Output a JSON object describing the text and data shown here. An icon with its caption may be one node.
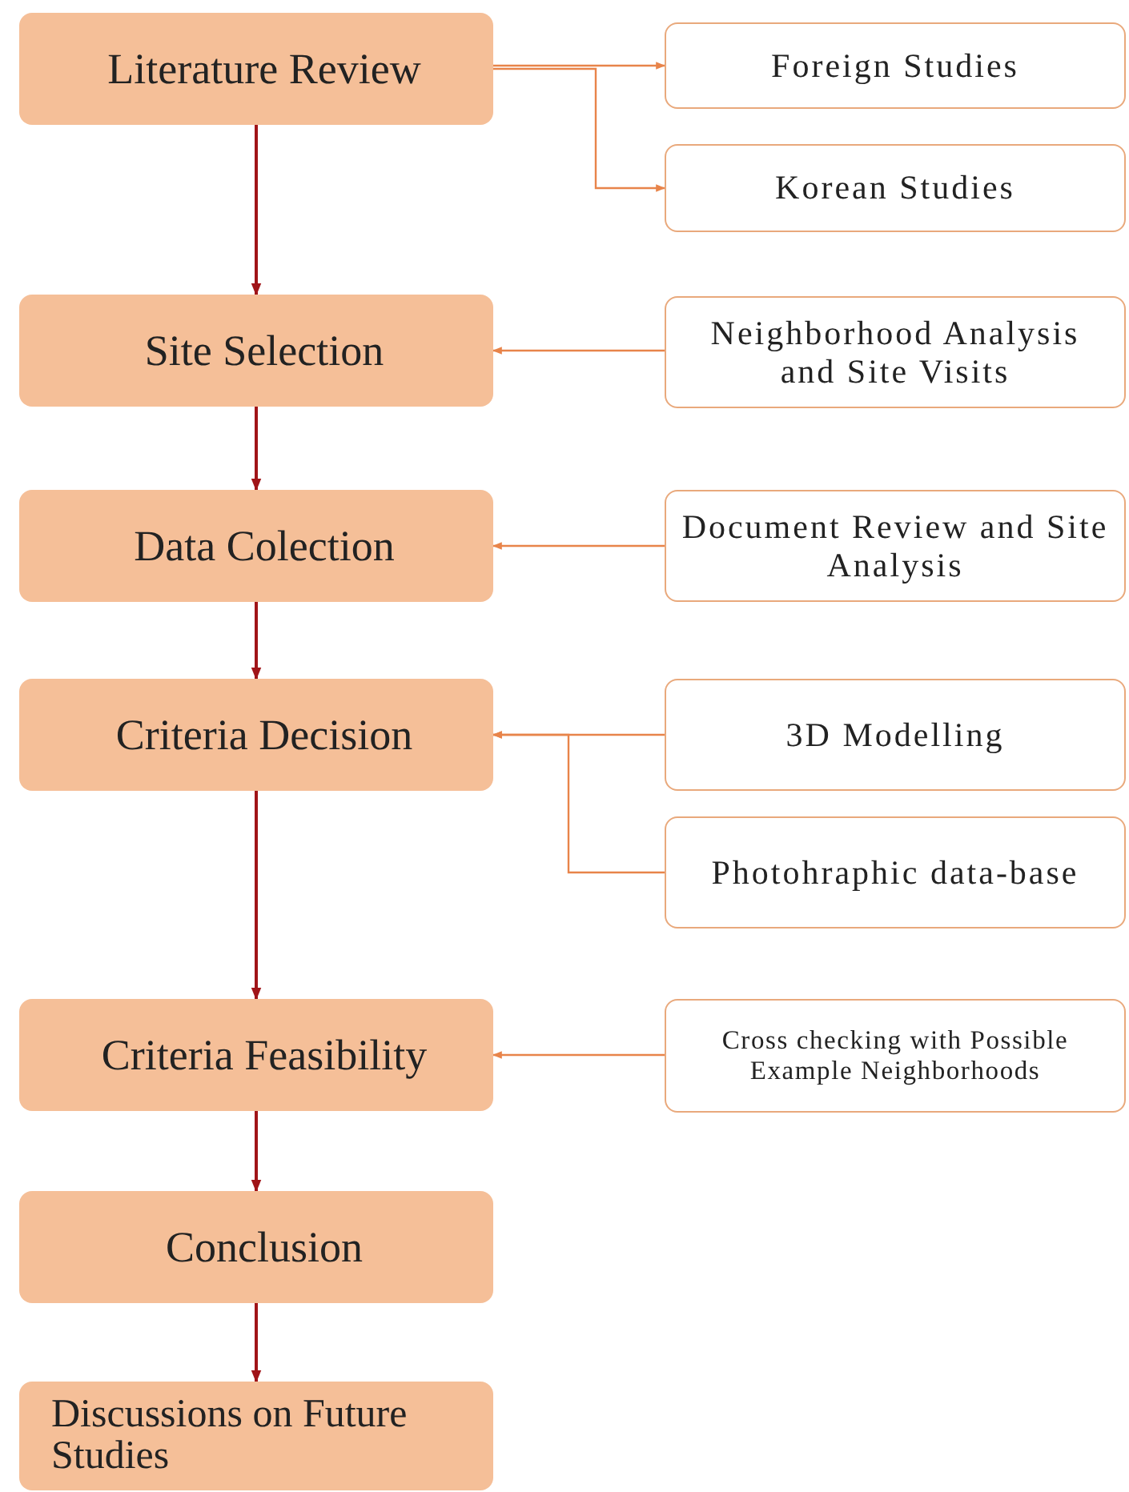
{
  "diagram": {
    "nodes": [
      {
        "text": [
          "Literature Review"
        ]
      },
      {
        "text": [
          "Site Selection"
        ]
      },
      {
        "text": [
          "Data Colection"
        ]
      },
      {
        "text": [
          "Criteria Decision"
        ]
      },
      {
        "text": [
          "Criteria Feasibility"
        ]
      },
      {
        "text": [
          "Conclusion"
        ]
      },
      {
        "text": [
          "Discussions on Future Studies"
        ]
      },
      {
        "text": [
          "Foreign Studies"
        ]
      },
      {
        "text": [
          "Korean Studies"
        ]
      },
      {
        "text": [
          "Neighborhood Analysis and Site Visits"
        ]
      },
      {
        "text": [
          "Document Review and Site Analysis"
        ]
      },
      {
        "text": [
          "3D Modelling"
        ]
      },
      {
        "text": [
          "Photohraphic data-base"
        ]
      },
      {
        "text": [
          "Cross checking with Possible Example Neighborhoods"
        ]
      }
    ],
    "edges": [
      {
        "from": 0,
        "to": 7,
        "arrow": "to"
      },
      {
        "from": 0,
        "to": 8,
        "arrow": "to"
      },
      {
        "from": 9,
        "to": 1,
        "arrow": "to"
      },
      {
        "from": 10,
        "to": 2,
        "arrow": "to"
      },
      {
        "from": 11,
        "to": 3,
        "arrow": "to"
      },
      {
        "from": 12,
        "to": 3,
        "arrow": "to"
      },
      {
        "from": 13,
        "to": 4,
        "arrow": "to"
      },
      {
        "from": 0,
        "to": 1,
        "arrow": "to",
        "color": "#a01418"
      },
      {
        "from": 1,
        "to": 2,
        "arrow": "to",
        "color": "#a01418"
      },
      {
        "from": 2,
        "to": 3,
        "arrow": "to",
        "color": "#a01418"
      },
      {
        "from": 3,
        "to": 4,
        "arrow": "to",
        "color": "#a01418"
      },
      {
        "from": 4,
        "to": 5,
        "arrow": "to",
        "color": "#a01418"
      },
      {
        "from": 5,
        "to": 6,
        "arrow": "to",
        "color": "#a01418"
      }
    ]
  }
}
